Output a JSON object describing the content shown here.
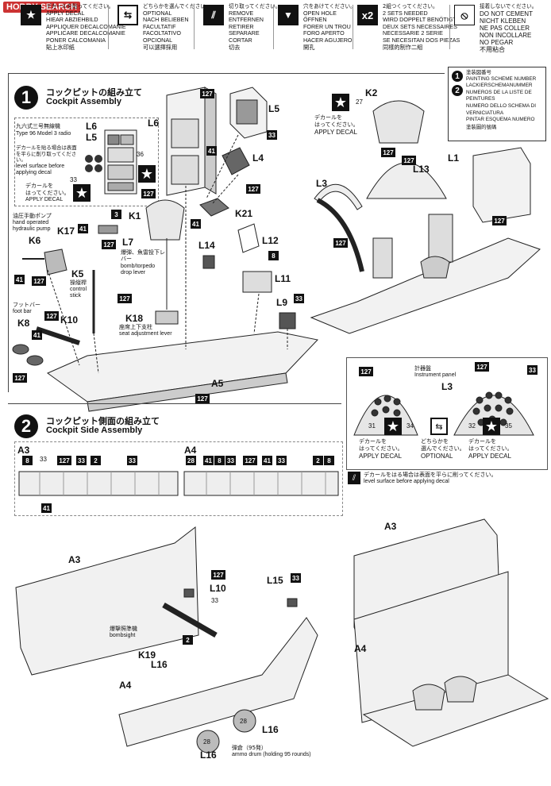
{
  "watermark": "HOBBY SEARCH",
  "legend": [
    {
      "icon": "star",
      "jp": "デカールを貼ってください。",
      "lines": [
        "APPLY DECAL",
        "HIEAR ABZIEHBILD",
        "APPLIQUER DECALCOMANIE",
        "APPLICARE DECALCOMANIE",
        "PONER CALCOMANIA",
        "貼上水印紙"
      ]
    },
    {
      "icon": "arrows",
      "jp": "どちらかを選んでください。",
      "lines": [
        "OPTIONAL",
        "NACH BELIEBEN",
        "FACULTATIF",
        "FACOLTATIVO",
        "OPCIONAL",
        "可以選擇採用"
      ]
    },
    {
      "icon": "knife",
      "jp": "切り取ってください。",
      "lines": [
        "REMOVE",
        "ENTFERNEN",
        "RETIRER",
        "SEPARARE",
        "CORTAR",
        "切去"
      ]
    },
    {
      "icon": "drill",
      "jp": "穴をあけてください。",
      "lines": [
        "OPEN HOLE",
        "ÖFFNEN",
        "FORER UN TROU",
        "FORO APERTO",
        "HACER AGUJERO",
        "開孔"
      ]
    },
    {
      "icon": "x2",
      "jp": "2組つくってください。",
      "lines": [
        "2 SETS NEEDED",
        "WIRD DOPPELT BENÖTIGT",
        "DEUX SETS NECESSAIRES",
        "NECESSARIE 2 SERIE",
        "SE NECESITAN DOS PIEZAS",
        "同樣的制作二組"
      ]
    },
    {
      "icon": "nocement",
      "jp": "接着しないでください。",
      "lines": [
        "DO NOT CEMENT",
        "NICHT KLEBEN",
        "NE PAS COLLER",
        "NON INCOLLARE",
        "NO PEGAR",
        "不用粘合"
      ]
    }
  ],
  "scheme": {
    "jp": "塗装図番号",
    "lines": [
      "PAINTING SCHEME NUMBER",
      "LACKIERSCHEMANUMMER",
      "NUMEROS DE LA LISTE DE",
      "PEINTURES",
      "NUMERO DELLO SCHEMA DI",
      "VERNICIATURA",
      "PINTAR ESQUEMA NUMERO",
      "塗裝圖的號碼"
    ]
  },
  "step1": {
    "num": "1",
    "jp": "コックピットの組み立て",
    "en": "Cockpit Assembly"
  },
  "step2": {
    "num": "2",
    "jp": "コックピット側面の組み立て",
    "en": "Cockpit Side Assembly"
  },
  "radio": {
    "jp": "九六式三号無線機",
    "en": "Type 96 Model 3 radio"
  },
  "level_note": {
    "jp": "デカールを貼る場合は表面を平らに削り取ってください。",
    "en1": "level surface before",
    "en2": "applying decal"
  },
  "apply_decal": {
    "jp": "デカールを",
    "jp2": "はってください。",
    "en": "APPLY DECAL"
  },
  "optional": {
    "jp": "どちらかを",
    "jp2": "選んでください。",
    "en": "OPTIONAL"
  },
  "instrument_panel": {
    "jp": "計器盤",
    "en": "Instrument panel"
  },
  "level_note2": {
    "jp": "デカールをはる場合は表面を平らに削ってください。",
    "en": "level surface before applying decal"
  },
  "hydraulic": {
    "jp": "油圧手動ポンプ",
    "en1": "hand operated",
    "en2": "hydraulic pump"
  },
  "control_stick": {
    "jp": "操縦桿",
    "en1": "control",
    "en2": "stick"
  },
  "foot_bar": {
    "jp": "フットバー",
    "en": "foot bar"
  },
  "bomb_lever": {
    "jp": "爆弾、魚雷投下レバー",
    "en1": "bomb/torpedo",
    "en2": "drop lever"
  },
  "seat_lever": {
    "jp": "座席上下支柱",
    "en": "seat adjustment lever"
  },
  "bombsight": {
    "jp": "爆撃照準機",
    "en": "bombsight"
  },
  "ammo": {
    "jp": "弾倉（95発）",
    "en": "ammo drum (holding 95 rounds)"
  },
  "parts": {
    "L6": "L6",
    "L5": "L5",
    "L4": "L4",
    "K21": "K21",
    "K1": "K1",
    "K17": "K17",
    "K6": "K6",
    "K5": "K5",
    "L7": "L7",
    "L14": "L14",
    "L12": "L12",
    "L11": "L11",
    "L9": "L9",
    "K18": "K18",
    "K8": "K8",
    "K10": "K10",
    "A5": "A5",
    "K2": "K2",
    "L13": "L13",
    "L3": "L3",
    "L1": "L1",
    "A3": "A3",
    "A4": "A4",
    "L10": "L10",
    "L15": "L15",
    "K19": "K19",
    "L16": "L16"
  },
  "tags": {
    "t127": "127",
    "t33": "33",
    "t41": "41",
    "t8": "8",
    "t3": "3",
    "t2": "2",
    "t28": "28",
    "t36": "36",
    "t27": "27",
    "t31": "31",
    "t34": "34",
    "t32": "32",
    "t35": "35"
  }
}
